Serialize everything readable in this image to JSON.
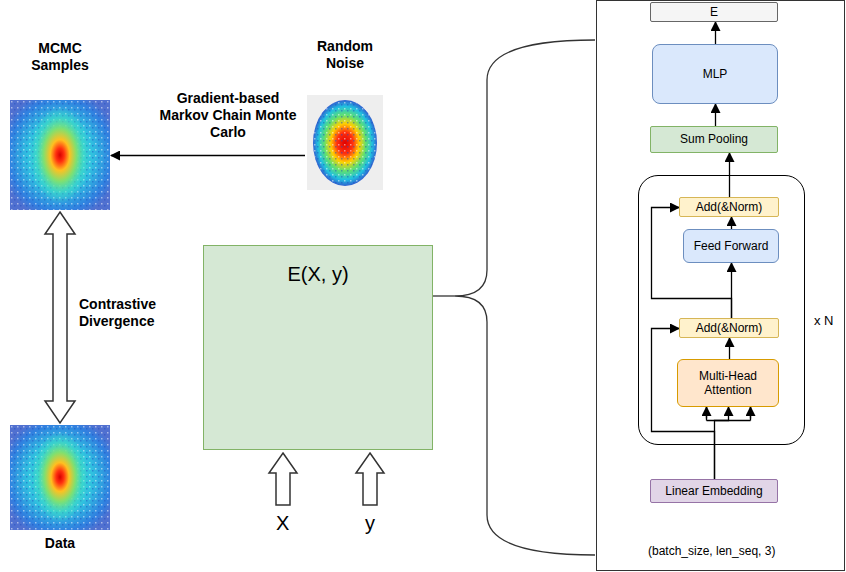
{
  "diagram": {
    "nodes": [
      {
        "text": [
          "MCMC Samples"
        ]
      },
      {
        "text": [
          "Random Noise"
        ]
      },
      {
        "text": [
          "E(X, y)"
        ]
      },
      {
        "text": [
          "Data"
        ]
      },
      {
        "text": [
          "E"
        ]
      },
      {
        "text": [
          "MLP"
        ]
      },
      {
        "text": [
          "Sum Pooling"
        ]
      },
      {
        "text": [
          "x N"
        ]
      },
      {
        "text": [
          "Add(&Norm)"
        ],
        "in": 7
      },
      {
        "text": [
          "Feed Forward"
        ],
        "in": 7
      },
      {
        "text": [
          "Add(&Norm)"
        ],
        "in": 7
      },
      {
        "text": [
          "Multi-Head Attention"
        ],
        "in": 7
      },
      {
        "text": [
          "Linear Embedding"
        ]
      }
    ],
    "edges": [
      {
        "from": 1,
        "to": 0,
        "arrow": "to",
        "label": "Gradient-based Markov Chain Monte Carlo"
      },
      {
        "from": 0,
        "to": 3,
        "arrow": "both",
        "label": "Contrastive Divergence"
      },
      {
        "from": 12,
        "to": 11,
        "arrow": "to"
      },
      {
        "from": 12,
        "to": 10,
        "arrow": "to"
      },
      {
        "from": 11,
        "to": 10,
        "arrow": "to"
      },
      {
        "from": 10,
        "to": 9,
        "arrow": "to"
      },
      {
        "from": 10,
        "to": 8,
        "arrow": "to"
      },
      {
        "from": 9,
        "to": 8,
        "arrow": "to"
      },
      {
        "from": 8,
        "to": 6,
        "arrow": "to"
      },
      {
        "from": 6,
        "to": 5,
        "arrow": "to"
      },
      {
        "from": 5,
        "to": 4,
        "arrow": "to"
      }
    ],
    "labels": [
      "X",
      "y",
      "(batch_size, len_seq, 3)"
    ]
  }
}
